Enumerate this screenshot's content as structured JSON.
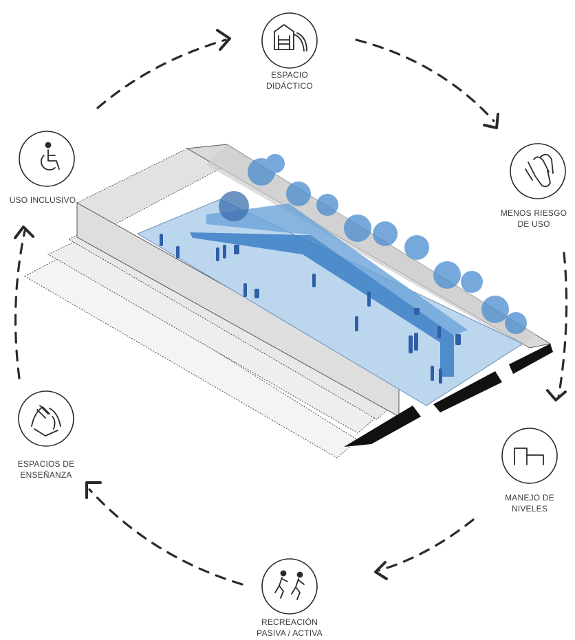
{
  "nodes": {
    "espacio_didactico": {
      "line1": "ESPACIO",
      "line2": "DIDÁCTICO",
      "icon": "playground-icon"
    },
    "menos_riesgo": {
      "line1": "MENOS RIESGO",
      "line2": "DE USO",
      "icon": "crossed-fingers-icon"
    },
    "manejo_niveles": {
      "line1": "MANEJO DE",
      "line2": "NIVELES",
      "icon": "levels-icon"
    },
    "recreacion": {
      "line1": "RECREACIÓN",
      "line2": "PASIVA / ACTIVA",
      "icon": "running-people-icon"
    },
    "espacios_ensenanza": {
      "line1": "ESPACIOS DE",
      "line2": "ENSEÑANZA",
      "icon": "hands-icon"
    },
    "uso_inclusivo": {
      "line1": "USO INCLUSIVO",
      "icon": "wheelchair-icon"
    }
  },
  "colors": {
    "accent_blue": "#3b7fc4",
    "light_blue": "#bcd6ee",
    "ink": "#2a2a2a",
    "label_text": "#3d3d3d"
  }
}
